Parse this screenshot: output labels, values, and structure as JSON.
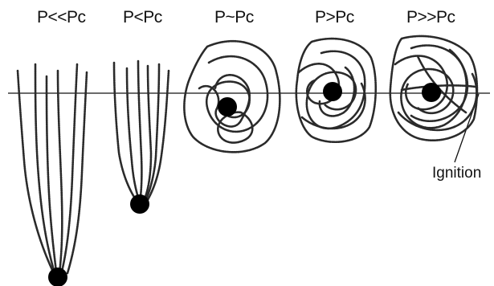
{
  "diagram": {
    "panels": [
      {
        "label": "P<<Pc"
      },
      {
        "label": "P<Pc"
      },
      {
        "label": "P~Pc"
      },
      {
        "label": "P>Pc"
      },
      {
        "label": "P>>Pc"
      }
    ],
    "ignition_label": "Ignition"
  }
}
